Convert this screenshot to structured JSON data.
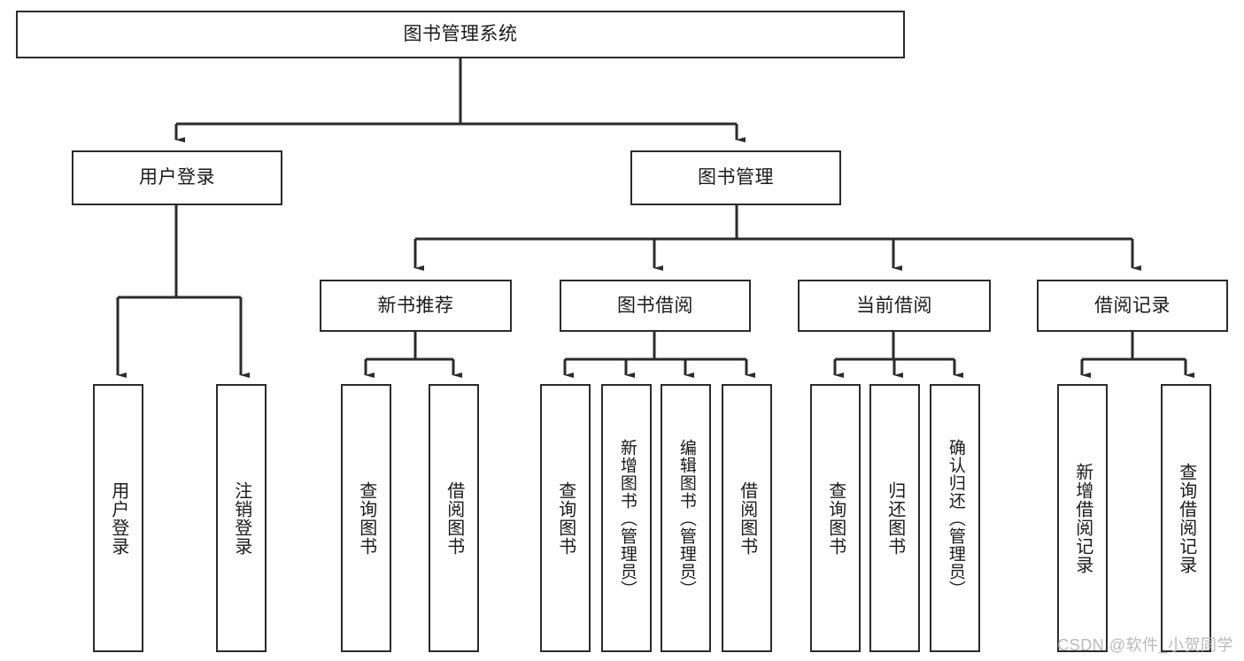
{
  "diagram": {
    "type": "tree-hierarchy",
    "title": "图书管理系统",
    "watermark": "CSDN @软件_小贺同学",
    "colors": {
      "stroke": "#2b2b2b",
      "fill": "#ffffff",
      "text": "#1a1a1a",
      "watermark": "#b9b9b9"
    },
    "levels": [
      {
        "level": 1,
        "nodes": [
          {
            "id": "root",
            "label": "图书管理系统",
            "orientation": "horizontal"
          }
        ]
      },
      {
        "level": 2,
        "nodes": [
          {
            "id": "login",
            "label": "用户登录",
            "orientation": "horizontal",
            "parent": "root"
          },
          {
            "id": "bookmgmt",
            "label": "图书管理",
            "orientation": "horizontal",
            "parent": "root"
          }
        ]
      },
      {
        "level": 3,
        "nodes": [
          {
            "id": "newbook",
            "label": "新书推荐",
            "orientation": "horizontal",
            "parent": "bookmgmt"
          },
          {
            "id": "borrow",
            "label": "图书借阅",
            "orientation": "horizontal",
            "parent": "bookmgmt"
          },
          {
            "id": "current",
            "label": "当前借阅",
            "orientation": "horizontal",
            "parent": "bookmgmt"
          },
          {
            "id": "records",
            "label": "借阅记录",
            "orientation": "horizontal",
            "parent": "bookmgmt"
          }
        ]
      },
      {
        "level": 4,
        "nodes": [
          {
            "id": "leaf1",
            "label": "用户登录",
            "orientation": "vertical",
            "parent": "login"
          },
          {
            "id": "leaf2",
            "label": "注销登录",
            "orientation": "vertical",
            "parent": "login"
          },
          {
            "id": "leaf3",
            "label": "查询图书",
            "orientation": "vertical",
            "parent": "newbook"
          },
          {
            "id": "leaf4",
            "label": "借阅图书",
            "orientation": "vertical",
            "parent": "newbook"
          },
          {
            "id": "leaf5",
            "label": "查询图书",
            "orientation": "vertical",
            "parent": "borrow"
          },
          {
            "id": "leaf6",
            "label": "新增图书（管理员）",
            "orientation": "vertical",
            "parent": "borrow"
          },
          {
            "id": "leaf7",
            "label": "编辑图书（管理员）",
            "orientation": "vertical",
            "parent": "borrow"
          },
          {
            "id": "leaf8",
            "label": "借阅图书",
            "orientation": "vertical",
            "parent": "borrow"
          },
          {
            "id": "leaf9",
            "label": "查询图书",
            "orientation": "vertical",
            "parent": "current"
          },
          {
            "id": "leaf10",
            "label": "归还图书",
            "orientation": "vertical",
            "parent": "current"
          },
          {
            "id": "leaf11",
            "label": "确认归还（管理员）",
            "orientation": "vertical",
            "parent": "current"
          },
          {
            "id": "leaf12",
            "label": "新增借阅记录",
            "orientation": "vertical",
            "parent": "records"
          },
          {
            "id": "leaf13",
            "label": "查询借阅记录",
            "orientation": "vertical",
            "parent": "records"
          }
        ]
      }
    ]
  }
}
